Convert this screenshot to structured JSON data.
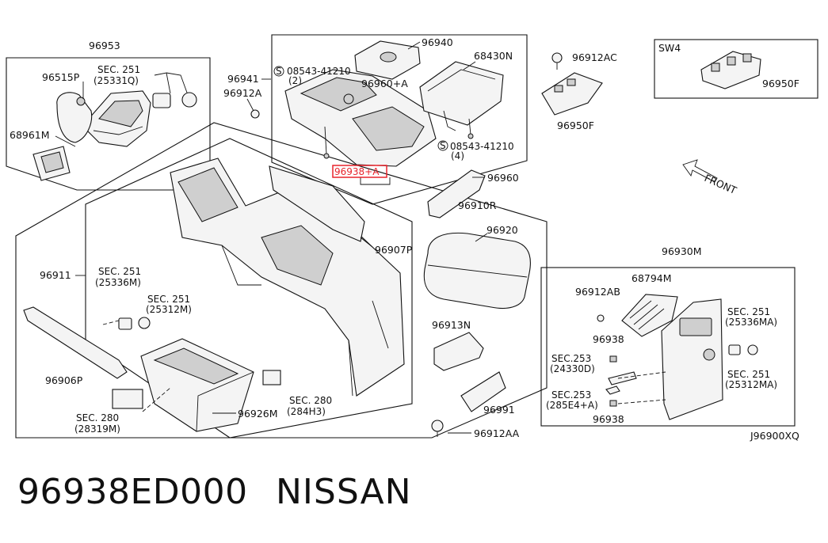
{
  "diagram_code": "J96900XQ",
  "part_number": "96938ED000",
  "brand": "NISSAN",
  "highlight_color": "#e8242c",
  "highlighted_label": "96938+A",
  "labels": {
    "l96953": "96953",
    "l96515p": "96515P",
    "lsec251a": "SEC. 251",
    "l25331q": "(25331Q)",
    "l68961m": "68961M",
    "l96941": "96941",
    "l96912a": "96912A",
    "l08543a": "08543-41210",
    "l2": "(2)",
    "l96940": "96940",
    "l68430n": "68430N",
    "l96960a": "96960+A",
    "l08543b": "08543-41210",
    "l4": "(4)",
    "l96960": "96960",
    "l96912ac": "96912AC",
    "l96950f_a": "96950F",
    "lsw4": "SW4",
    "l96950f_b": "96950F",
    "lfront": "FRONT",
    "l96910r": "96910R",
    "l96907p": "96907P",
    "l96920": "96920",
    "l96911": "96911",
    "lsec251b": "SEC. 251",
    "l25336m": "(25336M)",
    "lsec251c": "SEC. 251",
    "l25312m": "(25312M)",
    "l96913n": "96913N",
    "l96930m": "96930M",
    "l68794m": "68794M",
    "l96912ab": "96912AB",
    "l96938a": "96938",
    "lsec251d": "SEC. 251",
    "l25336ma": "(25336MA)",
    "lsec253a": "SEC.253",
    "l24330d": "(24330D)",
    "lsec251e": "SEC. 251",
    "l25312ma": "(25312MA)",
    "lsec253b": "SEC.253",
    "l285e4": "(285E4+A)",
    "l96938b": "96938",
    "l96906p": "96906P",
    "lsec280a": "SEC. 280",
    "l28319m": "(28319M)",
    "l96926m": "96926M",
    "lsec280b": "SEC. 280",
    "l284h3": "(284H3)",
    "l96991": "96991",
    "l96912aa": "96912AA"
  }
}
